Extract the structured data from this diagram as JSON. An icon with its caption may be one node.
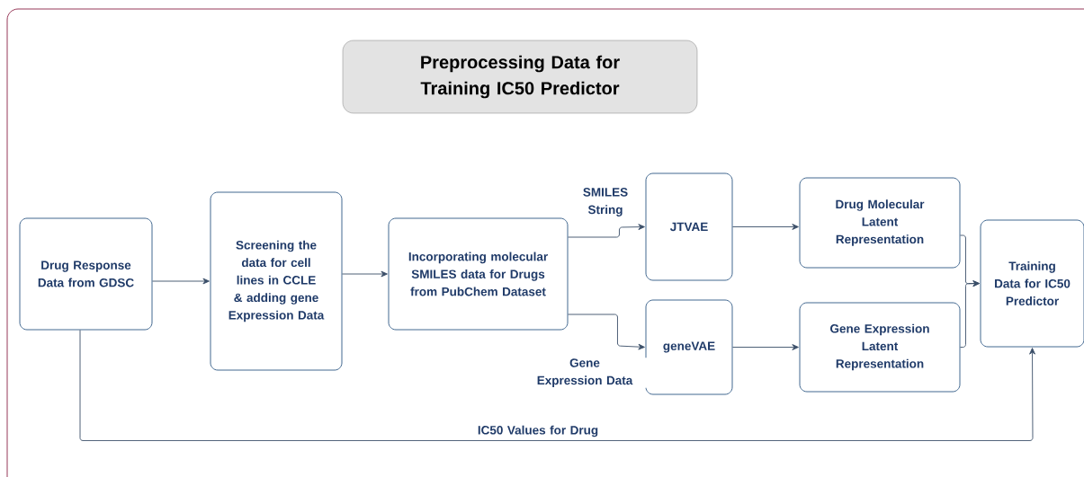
{
  "diagram": {
    "title": "Preprocessing Data for Training IC50 Predictor",
    "nodes": [
      {
        "text": [
          "Drug Response Data from GDSC"
        ]
      },
      {
        "text": [
          "Screening the data for cell lines in CCLE & adding gene Expression Data"
        ]
      },
      {
        "text": [
          "Incorporating molecular SMILES data for Drugs from PubChem Dataset"
        ]
      },
      {
        "text": [
          "JTVAE"
        ]
      },
      {
        "text": [
          "geneVAE"
        ]
      },
      {
        "text": [
          "Drug Molecular Latent Representation"
        ]
      },
      {
        "text": [
          "Gene Expression Latent Representation"
        ]
      },
      {
        "text": [
          "Training Data for IC50 Predictor"
        ]
      }
    ],
    "edges": [
      {
        "from": 0,
        "to": 1,
        "arrow": "to"
      },
      {
        "from": 1,
        "to": 2,
        "arrow": "to"
      },
      {
        "from": 2,
        "to": 3,
        "arrow": "to",
        "label": "SMILES String"
      },
      {
        "from": 2,
        "to": 4,
        "arrow": "to",
        "label": "Gene Expression Data"
      },
      {
        "from": 3,
        "to": 5,
        "arrow": "to"
      },
      {
        "from": 4,
        "to": 6,
        "arrow": "to"
      },
      {
        "from": 5,
        "to": 7,
        "arrow": "to"
      },
      {
        "from": 6,
        "to": 7,
        "arrow": "to"
      },
      {
        "from": 0,
        "to": 7,
        "arrow": "to",
        "label": "IC50 Values for Drug"
      }
    ]
  }
}
